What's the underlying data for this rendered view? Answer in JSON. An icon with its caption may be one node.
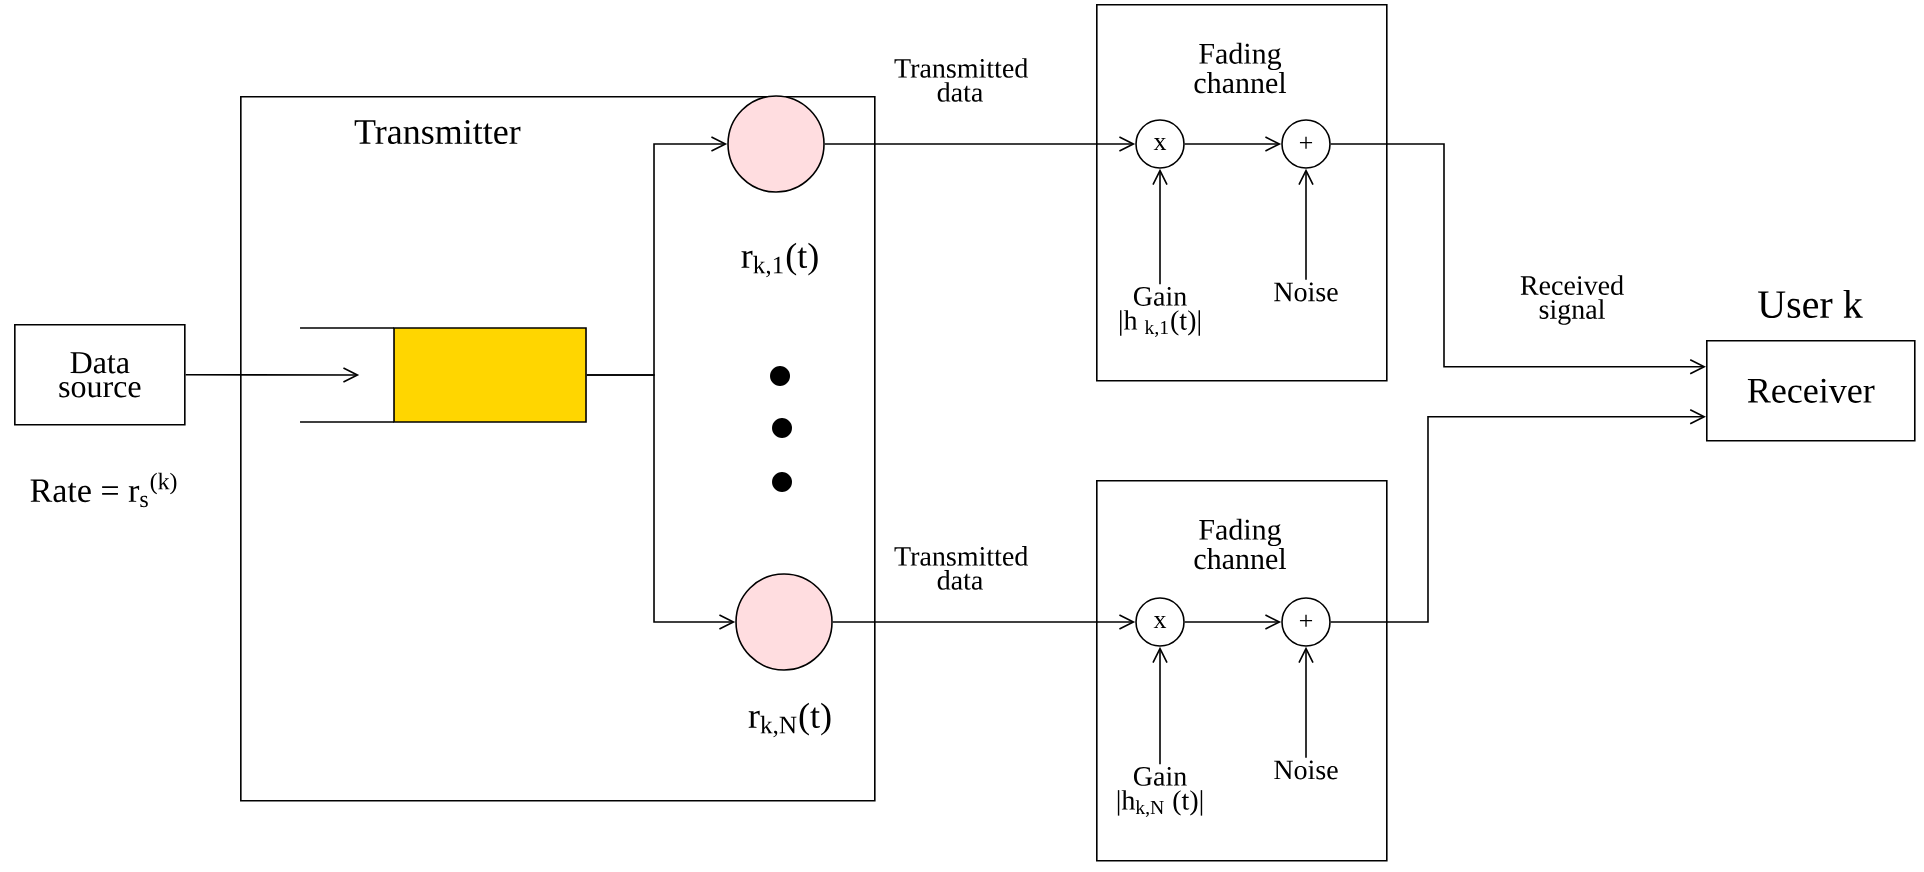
{
  "diagram": {
    "nodes": [
      {
        "text": [
          "Transmitter"
        ]
      },
      {
        "text": [
          "Data source"
        ],
        "beside": [
          "Rate = r$_{s}$$^{(k)}$"
        ]
      },
      {
        "text": [],
        "shape": "box",
        "in": 0
      },
      {
        "text": [],
        "shape": "circle",
        "in": 0,
        "beside": [
          "r$_{k,1}$(t)"
        ]
      },
      {
        "text": [],
        "shape": "circle",
        "in": 0,
        "beside": [
          "r$_{k,N}$(t)"
        ]
      },
      {
        "text": [
          "Fading channel"
        ]
      },
      {
        "text": [
          "x"
        ],
        "in": 5
      },
      {
        "text": [
          "+"
        ],
        "in": 5
      },
      {
        "text": [
          "Gain",
          "|h $_{k,1}$(t)|"
        ],
        "in": 5
      },
      {
        "text": [
          "Noise"
        ],
        "in": 5
      },
      {
        "text": [
          "Fading channel"
        ]
      },
      {
        "text": [
          "x"
        ],
        "in": 10
      },
      {
        "text": [
          "+"
        ],
        "in": 10
      },
      {
        "text": [
          "Gain",
          "|h$_{k,N}$ (t)|"
        ],
        "in": 10
      },
      {
        "text": [
          "Noise"
        ],
        "in": 10
      },
      {
        "text": [
          "Receiver"
        ],
        "beside": [
          "User k"
        ]
      }
    ],
    "edges": [
      {
        "from": 1,
        "to": 2,
        "arrow": "to"
      },
      {
        "from": 2,
        "to": 3,
        "arrow": "to"
      },
      {
        "from": 2,
        "to": 4,
        "arrow": "to"
      },
      {
        "from": 3,
        "to": 6,
        "arrow": "to",
        "label": "Transmitted data"
      },
      {
        "from": 6,
        "to": 7,
        "arrow": "to"
      },
      {
        "from": 8,
        "to": 6,
        "arrow": "to"
      },
      {
        "from": 9,
        "to": 7,
        "arrow": "to"
      },
      {
        "from": 7,
        "to": 15,
        "arrow": "to",
        "label": "Received signal"
      },
      {
        "from": 4,
        "to": 11,
        "arrow": "to",
        "label": "Transmitted data"
      },
      {
        "from": 11,
        "to": 12,
        "arrow": "to"
      },
      {
        "from": 13,
        "to": 11,
        "arrow": "to"
      },
      {
        "from": 14,
        "to": 12,
        "arrow": "to"
      },
      {
        "from": 12,
        "to": 15,
        "arrow": "to"
      }
    ]
  }
}
